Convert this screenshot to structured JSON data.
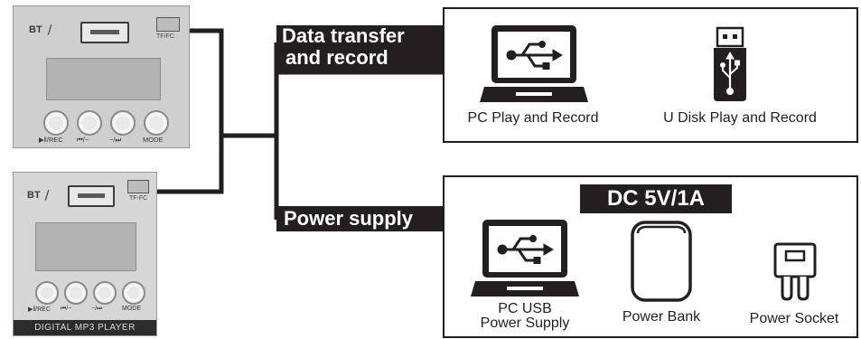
{
  "module_top": {
    "bt_label": "BT",
    "tf_label": "TF/FC",
    "buttons": [
      "▶‖/REC",
      "⏮/−",
      "−/⏭",
      "MODE"
    ]
  },
  "module_bottom": {
    "bt_label": "BT",
    "tf_label": "TF-FC",
    "buttons": [
      "▶‖/REC",
      "⏮/−",
      "−/⏭",
      "MODE"
    ],
    "brand": "DIGITAL MP3 PLAYER"
  },
  "headers": {
    "data_line1": "Data transfer",
    "data_line2": "and record",
    "power": "Power supply",
    "dc_spec": "DC 5V/1A"
  },
  "data_items": [
    {
      "label": "PC Play and Record",
      "icon": "laptop-usb-icon"
    },
    {
      "label": "U Disk Play and Record",
      "icon": "usb-drive-icon"
    }
  ],
  "power_items": [
    {
      "label_line1": "PC USB",
      "label_line2": "Power Supply",
      "icon": "laptop-usb-icon"
    },
    {
      "label": "Power Bank",
      "icon": "power-bank-icon"
    },
    {
      "label": "Power Socket",
      "icon": "power-plug-icon"
    }
  ],
  "colors": {
    "ink": "#231f20",
    "module": "#cfcfcf"
  }
}
